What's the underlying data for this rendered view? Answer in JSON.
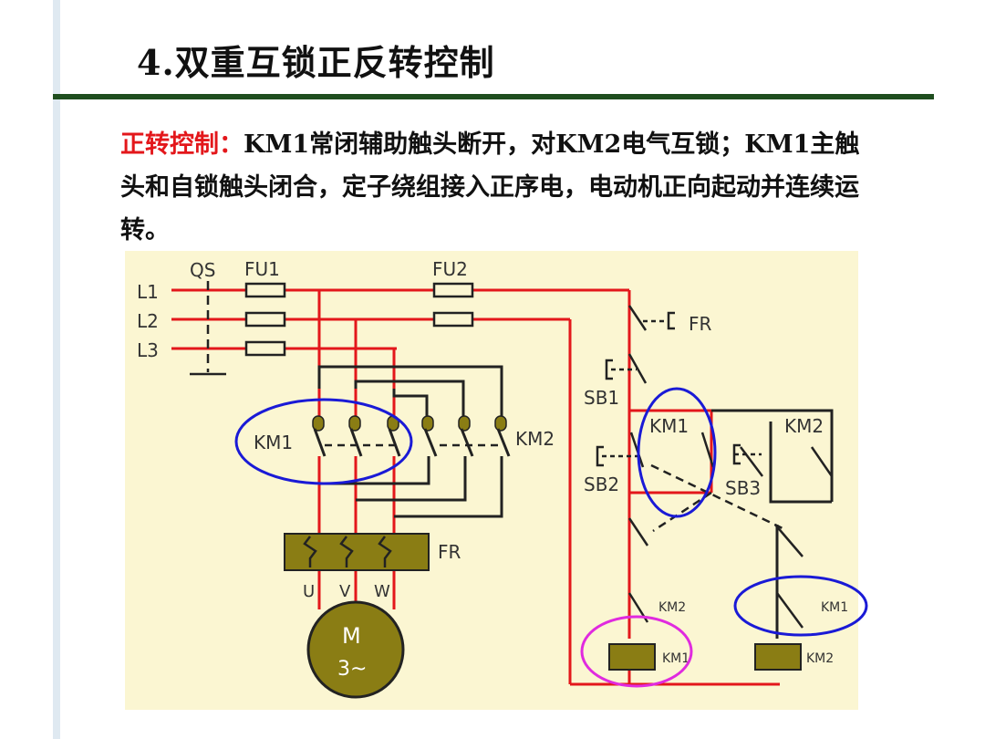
{
  "title": "4.双重互锁正反转控制",
  "description": {
    "label": "正转控制：",
    "text": "KM1常闭辅助触头断开，对KM2电气互锁；KM1主触头和自锁触头闭合，定子绕组接入正序电，电动机正向起动并连续运转。"
  },
  "diagram": {
    "phases": [
      "L1",
      "L2",
      "L3"
    ],
    "switch": "QS",
    "fuse_main": "FU1",
    "fuse_control": "FU2",
    "main_contactors": [
      "KM1",
      "KM2"
    ],
    "overload": "FR",
    "terminals": [
      "U",
      "V",
      "W"
    ],
    "motor": {
      "name": "M",
      "type": "3~"
    },
    "control": {
      "fr_contact": "FR",
      "stop_button": "SB1",
      "forward_button": "SB2",
      "reverse_button": "SB3",
      "selfhold_km1": "KM1",
      "selfhold_km2": "KM2",
      "interlock_km2": "KM2",
      "interlock_km1": "KM1",
      "coil_km1": "KM1",
      "coil_km2": "KM2"
    },
    "colors": {
      "wire_red": "#e3171b",
      "wire_black": "#222222",
      "background": "#fbf6d2",
      "coil_fill": "#8a7d14",
      "highlight_blue": "#1a1ad6",
      "highlight_magenta": "#e02adf"
    }
  }
}
